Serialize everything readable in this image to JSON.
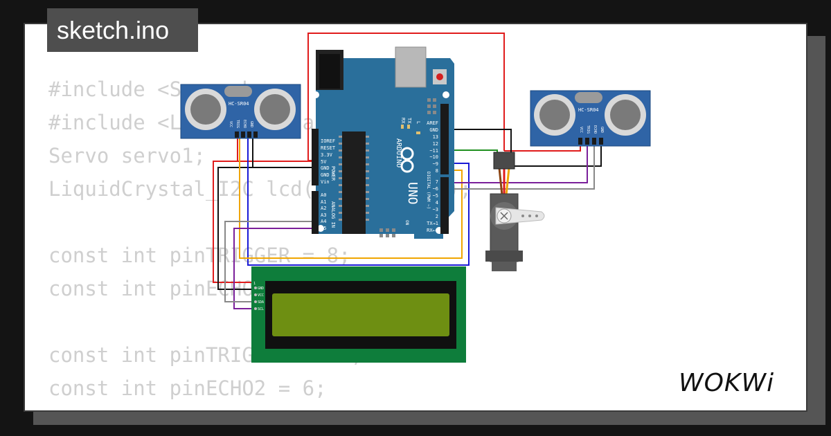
{
  "tab": {
    "filename": "sketch.ino"
  },
  "code": {
    "lines": [
      "#include <Servo.h>",
      "#include <LiquidCrystal_I2C.h>",
      "Servo servo1;",
      "LiquidCrystal_I2C lcd(0x27, 16, 2);",
      "",
      "const int pinTRIGGER = 8;",
      "const int pinECHO = 9;",
      "",
      "const int pinTRIGGER2 = 5;",
      "const int pinECHO2 = 6;"
    ]
  },
  "arduino": {
    "brand": "ARDUINO",
    "model": "UNO",
    "on_label": "ON",
    "power_label": "POWER",
    "analog_label": "ANALOG IN",
    "digital_label": "DIGITAL (PWM ~)",
    "l_label": "L",
    "tx_label": "TX",
    "rx_label": "RX",
    "power_pins": [
      "IOREF",
      "RESET",
      "3.3V",
      "5V",
      "GND",
      "GND",
      "Vin"
    ],
    "analog_pins": [
      "A0",
      "A1",
      "A2",
      "A3",
      "A4",
      "A5"
    ],
    "digital_pins": [
      "AREF",
      "GND",
      "13",
      "12",
      "~11",
      "~10",
      "~9",
      "8",
      "7",
      "~6",
      "~5",
      "4",
      "~3",
      "2",
      "TX→1",
      "RX←0"
    ]
  },
  "sensor_left": {
    "label": "HC-SR04",
    "pins": [
      "VCC",
      "TRIG",
      "ECHO",
      "GND"
    ]
  },
  "sensor_right": {
    "label": "HC-SR04",
    "pins": [
      "VCC",
      "TRIG",
      "ECHO",
      "GND"
    ]
  },
  "lcd": {
    "pins": [
      "GND",
      "VCC",
      "SDA",
      "SCL"
    ],
    "pin1_marker": "1"
  },
  "brand_logo": "WOKWi",
  "colors": {
    "board": "#2a6f9b",
    "lcd_pcb": "#0e7d3b",
    "lcd_screen": "#6e8f12",
    "sensor": "#2f64a6",
    "wire_red": "#e01b1b",
    "wire_black": "#111111",
    "wire_orange": "#f0a500",
    "wire_blue": "#1a1ad6",
    "wire_green": "#1f8f1f",
    "wire_purple": "#7a1f9a",
    "wire_gray": "#888888"
  }
}
